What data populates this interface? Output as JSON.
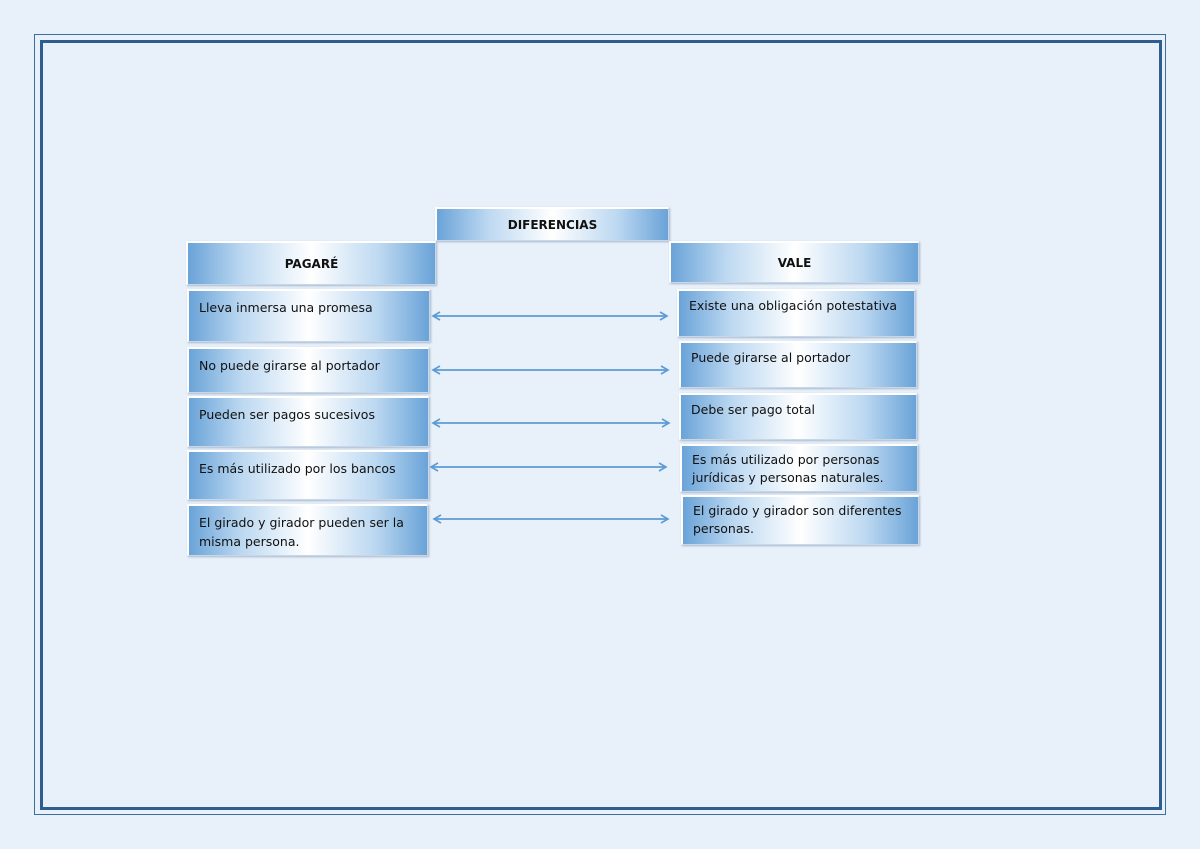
{
  "diagram": {
    "title": "DIFERENCIAS",
    "left_header": "PAGARÉ",
    "right_header": "VALE",
    "left_items": [
      "Lleva inmersa una promesa",
      "No puede girarse al portador",
      "Pueden ser pagos sucesivos",
      "Es más utilizado por los bancos",
      "El girado y girador pueden ser la misma persona."
    ],
    "right_items": [
      "Existe una obligación potestativa",
      "Puede girarse al portador",
      "Debe ser pago total",
      "Es más utilizado por personas jurídicas y personas naturales.",
      "El girado y girador son diferentes personas."
    ],
    "colors": {
      "box_edge": "#6aa3d8",
      "arrow": "#5b9bd5",
      "frame": "#2e5e8f",
      "background": "#e8f0f9"
    }
  }
}
